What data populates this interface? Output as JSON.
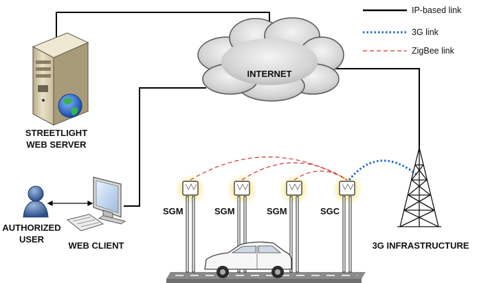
{
  "legend": {
    "items": [
      {
        "label": "IP-based link",
        "style": "solid",
        "color": "#000000"
      },
      {
        "label": "3G link",
        "style": "dotted",
        "color": "#1f6fc9"
      },
      {
        "label": "ZigBee link",
        "style": "dashed",
        "color": "#d4302a"
      }
    ]
  },
  "nodes": {
    "internet": "INTERNET",
    "server_line1": "STREETLIGHT",
    "server_line2": "WEB SERVER",
    "user_line1": "AUTHORIZED",
    "user_line2": "USER",
    "client": "WEB CLIENT",
    "tower": "3G INFRASTRUCTURE",
    "poles": [
      "SGM",
      "SGM",
      "SGM",
      "SGC"
    ]
  },
  "icons": {
    "server": "server-tower-icon",
    "globe": "globe-icon",
    "cloud": "cloud-icon",
    "user": "user-icon",
    "monitor": "monitor-icon",
    "keyboard": "keyboard-icon",
    "tower": "cell-tower-icon",
    "lamp": "streetlight-lamp-icon",
    "car": "car-icon"
  },
  "colors": {
    "ip_link": "#000000",
    "g3_link": "#1f6fc9",
    "zigbee_link": "#d4302a",
    "lamp_glow": "#f6e27a",
    "road": "#7a7a7a"
  }
}
